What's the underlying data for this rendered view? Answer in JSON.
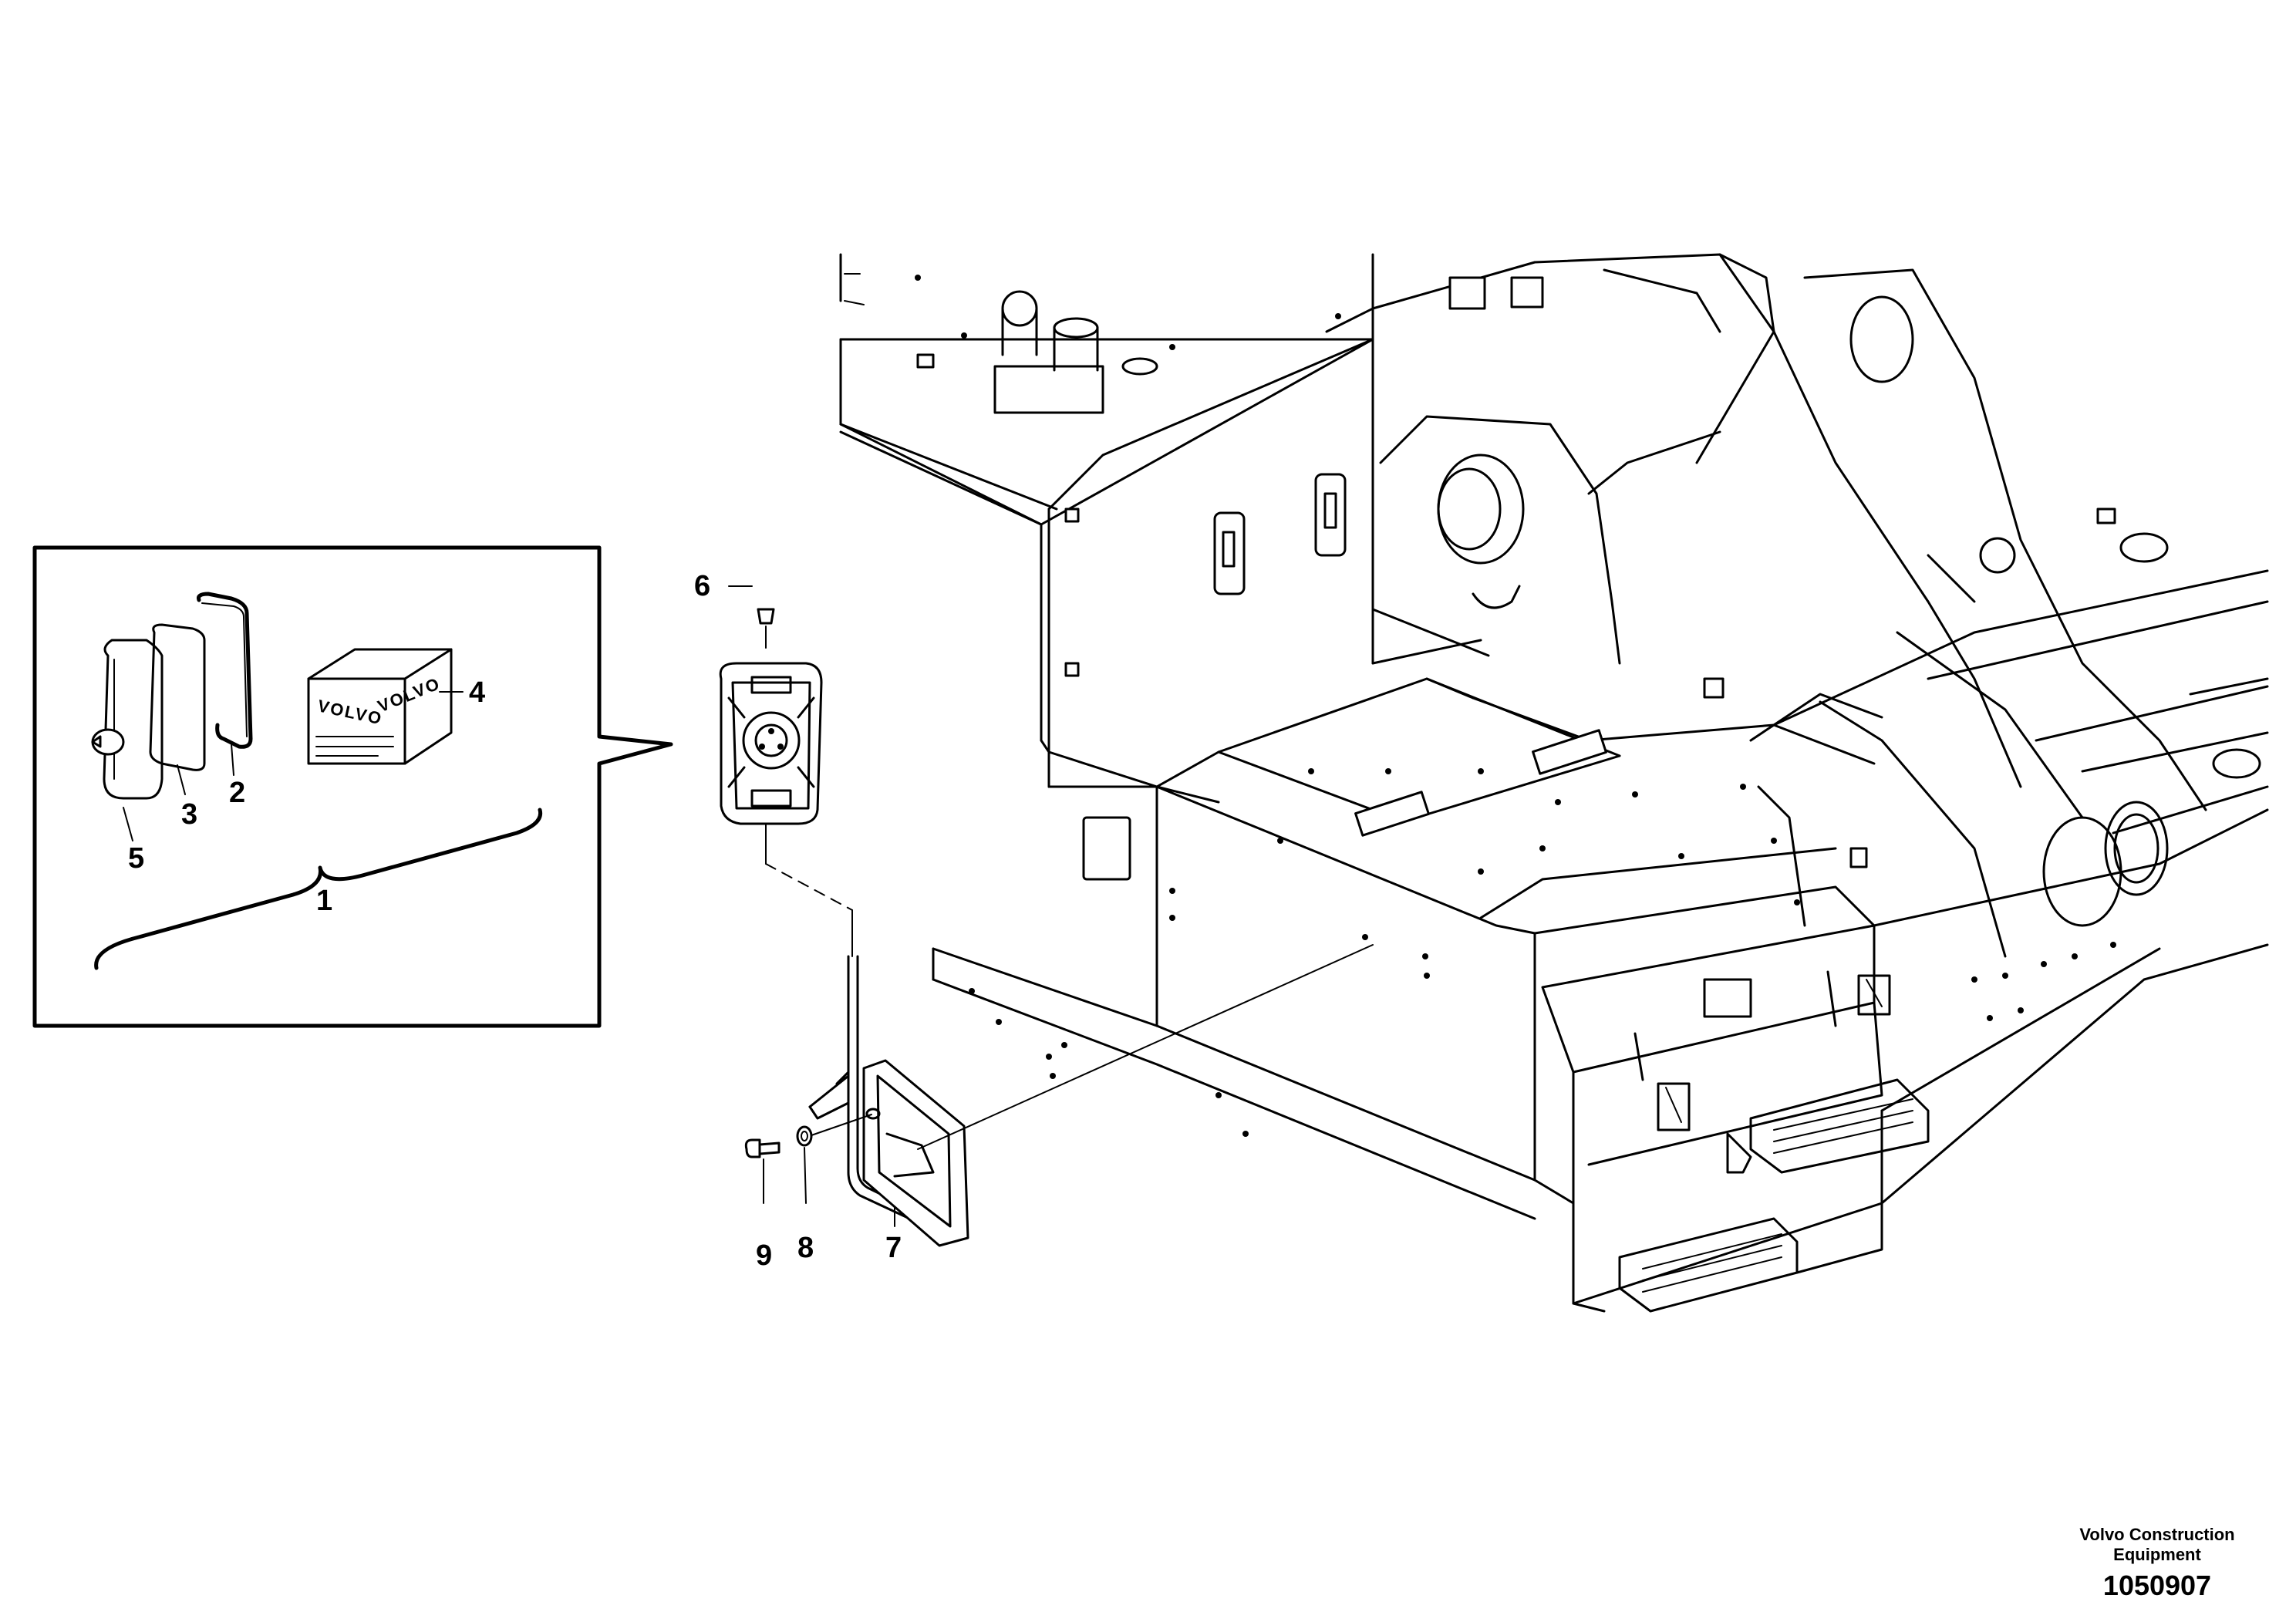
{
  "callouts": {
    "c1": "1",
    "c2": "2",
    "c3": "3",
    "c4": "4",
    "c5": "5",
    "c6": "6",
    "c7": "7",
    "c8": "8",
    "c9": "9"
  },
  "kit_box": {
    "logo_front": "VOLVO",
    "logo_side": "VOLVO"
  },
  "footer": {
    "company_line1": "Volvo Construction",
    "company_line2": "Equipment",
    "drawing_number": "1050907"
  }
}
